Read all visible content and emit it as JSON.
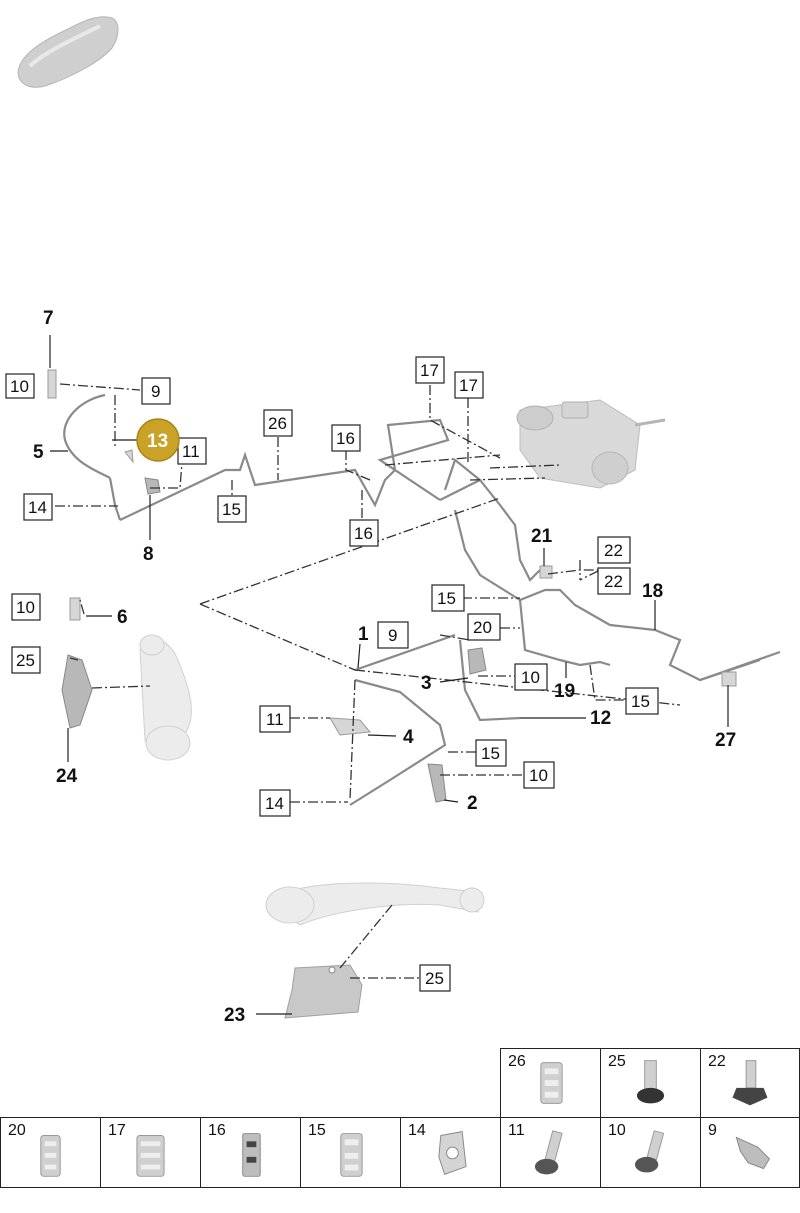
{
  "callouts_bold": [
    {
      "id": "c7",
      "text": "7"
    },
    {
      "id": "c5",
      "text": "5"
    },
    {
      "id": "c8",
      "text": "8"
    },
    {
      "id": "c6",
      "text": "6"
    },
    {
      "id": "c24",
      "text": "24"
    },
    {
      "id": "c1",
      "text": "1"
    },
    {
      "id": "c3",
      "text": "3"
    },
    {
      "id": "c4",
      "text": "4"
    },
    {
      "id": "c2",
      "text": "2"
    },
    {
      "id": "c12",
      "text": "12"
    },
    {
      "id": "c19",
      "text": "19"
    },
    {
      "id": "c21",
      "text": "21"
    },
    {
      "id": "c18",
      "text": "18"
    },
    {
      "id": "c27",
      "text": "27"
    },
    {
      "id": "c23",
      "text": "23"
    }
  ],
  "callouts_boxed": [
    {
      "id": "b10a",
      "text": "10"
    },
    {
      "id": "b9a",
      "text": "9"
    },
    {
      "id": "b11a",
      "text": "11"
    },
    {
      "id": "b14a",
      "text": "14"
    },
    {
      "id": "b15a",
      "text": "15"
    },
    {
      "id": "b26",
      "text": "26"
    },
    {
      "id": "b16a",
      "text": "16"
    },
    {
      "id": "b16b",
      "text": "16"
    },
    {
      "id": "b17a",
      "text": "17"
    },
    {
      "id": "b17b",
      "text": "17"
    },
    {
      "id": "b22a",
      "text": "22"
    },
    {
      "id": "b22b",
      "text": "22"
    },
    {
      "id": "b15b",
      "text": "15"
    },
    {
      "id": "b20",
      "text": "20"
    },
    {
      "id": "b10b",
      "text": "10"
    },
    {
      "id": "b25a",
      "text": "25"
    },
    {
      "id": "b9b",
      "text": "9"
    },
    {
      "id": "b10c",
      "text": "10"
    },
    {
      "id": "b15c",
      "text": "15"
    },
    {
      "id": "b11b",
      "text": "11"
    },
    {
      "id": "b15d",
      "text": "15"
    },
    {
      "id": "b10d",
      "text": "10"
    },
    {
      "id": "b14b",
      "text": "14"
    },
    {
      "id": "b25b",
      "text": "25"
    }
  ],
  "highlight": {
    "text": "13",
    "color": "#c9a227"
  },
  "parts_table": {
    "top_row": [
      "26",
      "25",
      "22"
    ],
    "bottom_row": [
      "20",
      "17",
      "16",
      "15",
      "14",
      "11",
      "10",
      "9"
    ]
  }
}
